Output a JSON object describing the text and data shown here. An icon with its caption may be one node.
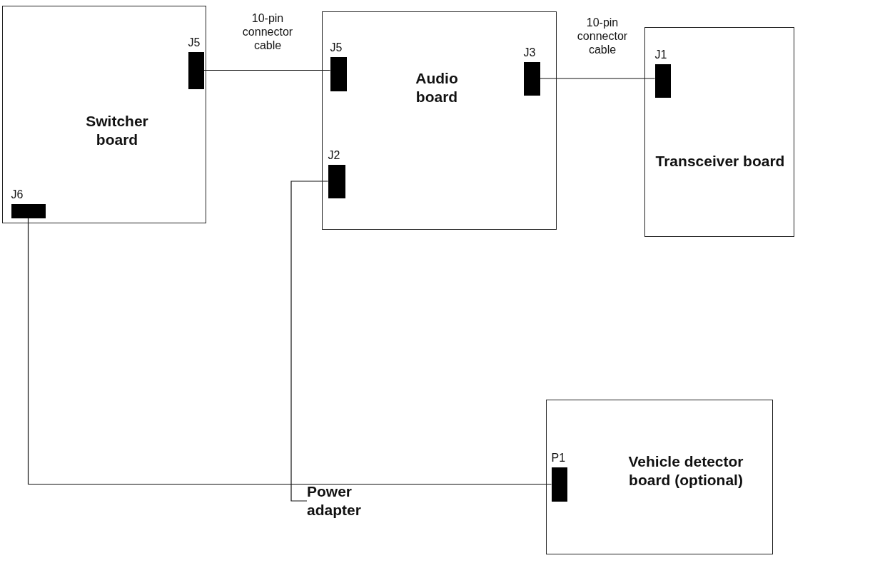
{
  "diagram": {
    "nodes": [
      {
        "text": [
          "Switcher board"
        ]
      },
      {
        "text": [
          "J5"
        ],
        "in": 0
      },
      {
        "text": [
          "J6"
        ],
        "in": 0
      },
      {
        "text": [
          "Audio board"
        ]
      },
      {
        "text": [
          "J5"
        ],
        "in": 3
      },
      {
        "text": [
          "J2"
        ],
        "in": 3
      },
      {
        "text": [
          "J3"
        ],
        "in": 3
      },
      {
        "text": [
          "Transceiver board"
        ]
      },
      {
        "text": [
          "J1"
        ],
        "in": 7
      },
      {
        "text": [
          "Vehicle detector board (optional)"
        ]
      },
      {
        "text": [
          "P1"
        ],
        "in": 9
      },
      {
        "text": [
          "Power adapter"
        ]
      }
    ],
    "edges": [
      {
        "from": 1,
        "to": 4,
        "arrow": "none",
        "label": "10-pin connector cable"
      },
      {
        "from": 6,
        "to": 8,
        "arrow": "none",
        "label": "10-pin connector cable"
      },
      {
        "from": 2,
        "to": 10,
        "arrow": "none"
      },
      {
        "from": 5,
        "to": 11,
        "arrow": "none"
      }
    ]
  }
}
